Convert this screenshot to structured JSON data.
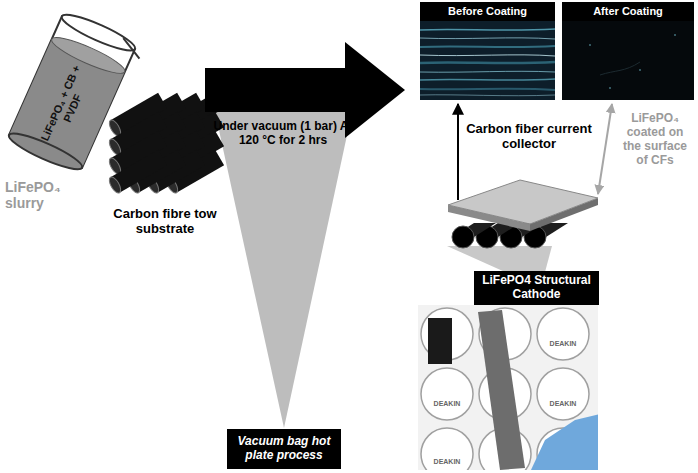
{
  "diagram": {
    "nodes": [
      {
        "text": [
          "Before Coating"
        ]
      },
      {
        "text": [
          "After Coating"
        ]
      },
      {
        "text": [
          "LiFePO4 Structural Cathode"
        ]
      },
      {
        "text": [
          "Vacuum bag hot plate process"
        ]
      }
    ],
    "labels": [
      "LiFePO₄ + CB + PVDF",
      "LiFePO₄ slurry",
      "Carbon fibre tow substrate",
      "Under vacuum (1 bar) At 120 °C for 2 hrs",
      "Carbon fiber current collector",
      "LiFePO₄ coated on the surface of CFs",
      "DEAKIN",
      "DEAKIN",
      "DEAKIN",
      "DEAKIN"
    ]
  }
}
